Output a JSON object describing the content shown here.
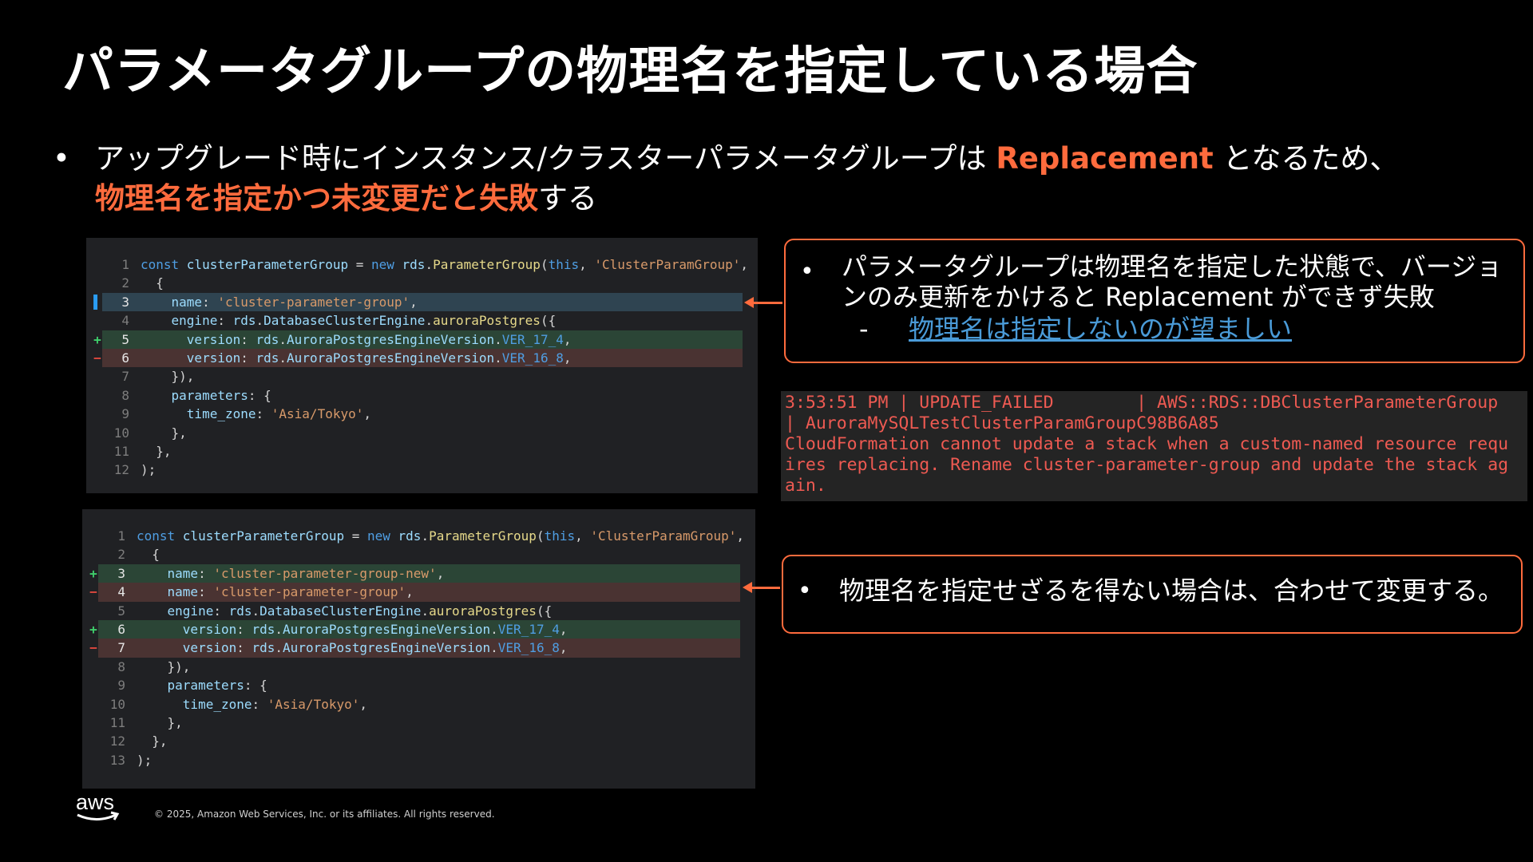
{
  "title": "パラメータグループの物理名を指定している場合",
  "main_bullet": {
    "dot": "•",
    "part1": "アップグレード時にインスタンス/クラスターパラメータグループは ",
    "highlight1": "Replacement",
    "part2": " となるため、",
    "highlight2": "物理名を指定かつ未変更だと失敗",
    "part3": "する"
  },
  "code_before": {
    "lines": [
      {
        "num": "1",
        "marker": "",
        "type": "",
        "tokens": [
          [
            "kw",
            "const "
          ],
          [
            "var",
            "clusterParameterGroup"
          ],
          [
            "pl",
            " = "
          ],
          [
            "kw",
            "new "
          ],
          [
            "var",
            "rds"
          ],
          [
            "pl",
            "."
          ],
          [
            "fn",
            "ParameterGroup"
          ],
          [
            "pl",
            "("
          ],
          [
            "kw",
            "this"
          ],
          [
            "pl",
            ", "
          ],
          [
            "str",
            "'ClusterParamGroup'"
          ],
          [
            "pl",
            ","
          ]
        ]
      },
      {
        "num": "2",
        "marker": "",
        "type": "",
        "tokens": [
          [
            "pl",
            "  {"
          ]
        ]
      },
      {
        "num": "3",
        "marker": "▌",
        "type": "sel",
        "tokens": [
          [
            "pl",
            "    "
          ],
          [
            "var",
            "name"
          ],
          [
            "pl",
            ": "
          ],
          [
            "str",
            "'cluster-parameter-group'"
          ],
          [
            "pl",
            ","
          ]
        ]
      },
      {
        "num": "4",
        "marker": "",
        "type": "",
        "tokens": [
          [
            "pl",
            "    "
          ],
          [
            "var",
            "engine"
          ],
          [
            "pl",
            ": "
          ],
          [
            "var",
            "rds"
          ],
          [
            "pl",
            "."
          ],
          [
            "var",
            "DatabaseClusterEngine"
          ],
          [
            "pl",
            "."
          ],
          [
            "fn",
            "auroraPostgres"
          ],
          [
            "pl",
            "({"
          ]
        ]
      },
      {
        "num": "5",
        "marker": "+",
        "type": "add",
        "tokens": [
          [
            "pl",
            "      "
          ],
          [
            "var",
            "version"
          ],
          [
            "pl",
            ": "
          ],
          [
            "var",
            "rds"
          ],
          [
            "pl",
            "."
          ],
          [
            "var",
            "AuroraPostgresEngineVersion"
          ],
          [
            "pl",
            "."
          ],
          [
            "num",
            "VER_17_4"
          ],
          [
            "pl",
            ","
          ]
        ]
      },
      {
        "num": "6",
        "marker": "−",
        "type": "del",
        "tokens": [
          [
            "pl",
            "      "
          ],
          [
            "var",
            "version"
          ],
          [
            "pl",
            ": "
          ],
          [
            "var",
            "rds"
          ],
          [
            "pl",
            "."
          ],
          [
            "var",
            "AuroraPostgresEngineVersion"
          ],
          [
            "pl",
            "."
          ],
          [
            "num",
            "VER_16_8"
          ],
          [
            "pl",
            ","
          ]
        ]
      },
      {
        "num": "7",
        "marker": "",
        "type": "",
        "tokens": [
          [
            "pl",
            "    }),"
          ]
        ]
      },
      {
        "num": "8",
        "marker": "",
        "type": "",
        "tokens": [
          [
            "pl",
            "    "
          ],
          [
            "var",
            "parameters"
          ],
          [
            "pl",
            ": {"
          ]
        ]
      },
      {
        "num": "9",
        "marker": "",
        "type": "",
        "tokens": [
          [
            "pl",
            "      "
          ],
          [
            "var",
            "time_zone"
          ],
          [
            "pl",
            ": "
          ],
          [
            "str",
            "'Asia/Tokyo'"
          ],
          [
            "pl",
            ","
          ]
        ]
      },
      {
        "num": "10",
        "marker": "",
        "type": "",
        "tokens": [
          [
            "pl",
            "    },"
          ]
        ]
      },
      {
        "num": "11",
        "marker": "",
        "type": "",
        "tokens": [
          [
            "pl",
            "  },"
          ]
        ]
      },
      {
        "num": "12",
        "marker": "",
        "type": "",
        "tokens": [
          [
            "pl",
            ");"
          ]
        ]
      }
    ]
  },
  "code_after": {
    "lines": [
      {
        "num": "1",
        "marker": "",
        "type": "",
        "tokens": [
          [
            "kw",
            "const "
          ],
          [
            "var",
            "clusterParameterGroup"
          ],
          [
            "pl",
            " = "
          ],
          [
            "kw",
            "new "
          ],
          [
            "var",
            "rds"
          ],
          [
            "pl",
            "."
          ],
          [
            "fn",
            "ParameterGroup"
          ],
          [
            "pl",
            "("
          ],
          [
            "kw",
            "this"
          ],
          [
            "pl",
            ", "
          ],
          [
            "str",
            "'ClusterParamGroup'"
          ],
          [
            "pl",
            ","
          ]
        ]
      },
      {
        "num": "2",
        "marker": "",
        "type": "",
        "tokens": [
          [
            "pl",
            "  {"
          ]
        ]
      },
      {
        "num": "3",
        "marker": "+",
        "type": "add",
        "tokens": [
          [
            "pl",
            "    "
          ],
          [
            "var",
            "name"
          ],
          [
            "pl",
            ": "
          ],
          [
            "str",
            "'cluster-parameter-group-new'"
          ],
          [
            "pl",
            ","
          ]
        ]
      },
      {
        "num": "4",
        "marker": "−",
        "type": "del",
        "tokens": [
          [
            "pl",
            "    "
          ],
          [
            "var",
            "name"
          ],
          [
            "pl",
            ": "
          ],
          [
            "str",
            "'cluster-parameter-group'"
          ],
          [
            "pl",
            ","
          ]
        ]
      },
      {
        "num": "5",
        "marker": "",
        "type": "",
        "tokens": [
          [
            "pl",
            "    "
          ],
          [
            "var",
            "engine"
          ],
          [
            "pl",
            ": "
          ],
          [
            "var",
            "rds"
          ],
          [
            "pl",
            "."
          ],
          [
            "var",
            "DatabaseClusterEngine"
          ],
          [
            "pl",
            "."
          ],
          [
            "fn",
            "auroraPostgres"
          ],
          [
            "pl",
            "({"
          ]
        ]
      },
      {
        "num": "6",
        "marker": "+",
        "type": "add",
        "tokens": [
          [
            "pl",
            "      "
          ],
          [
            "var",
            "version"
          ],
          [
            "pl",
            ": "
          ],
          [
            "var",
            "rds"
          ],
          [
            "pl",
            "."
          ],
          [
            "var",
            "AuroraPostgresEngineVersion"
          ],
          [
            "pl",
            "."
          ],
          [
            "num",
            "VER_17_4"
          ],
          [
            "pl",
            ","
          ]
        ]
      },
      {
        "num": "7",
        "marker": "−",
        "type": "del",
        "tokens": [
          [
            "pl",
            "      "
          ],
          [
            "var",
            "version"
          ],
          [
            "pl",
            ": "
          ],
          [
            "var",
            "rds"
          ],
          [
            "pl",
            "."
          ],
          [
            "var",
            "AuroraPostgresEngineVersion"
          ],
          [
            "pl",
            "."
          ],
          [
            "num",
            "VER_16_8"
          ],
          [
            "pl",
            ","
          ]
        ]
      },
      {
        "num": "8",
        "marker": "",
        "type": "",
        "tokens": [
          [
            "pl",
            "    }),"
          ]
        ]
      },
      {
        "num": "9",
        "marker": "",
        "type": "",
        "tokens": [
          [
            "pl",
            "    "
          ],
          [
            "var",
            "parameters"
          ],
          [
            "pl",
            ": {"
          ]
        ]
      },
      {
        "num": "10",
        "marker": "",
        "type": "",
        "tokens": [
          [
            "pl",
            "      "
          ],
          [
            "var",
            "time_zone"
          ],
          [
            "pl",
            ": "
          ],
          [
            "str",
            "'Asia/Tokyo'"
          ],
          [
            "pl",
            ","
          ]
        ]
      },
      {
        "num": "11",
        "marker": "",
        "type": "",
        "tokens": [
          [
            "pl",
            "    },"
          ]
        ]
      },
      {
        "num": "12",
        "marker": "",
        "type": "",
        "tokens": [
          [
            "pl",
            "  },"
          ]
        ]
      },
      {
        "num": "13",
        "marker": "",
        "type": "",
        "tokens": [
          [
            "pl",
            ");"
          ]
        ]
      }
    ]
  },
  "callout1": {
    "dot": "•",
    "text": "パラメータグループは物理名を指定した状態で、バージョンのみ更新をかけると Replacement ができず失敗",
    "sub_dash": "-",
    "sub_link": "物理名は指定しないのが望ましい"
  },
  "error_log": {
    "lines": [
      "3:53:51 PM | UPDATE_FAILED        | AWS::RDS::DBClusterParameterGroup",
      "| AuroraMySQLTestClusterParamGroupC98B6A85",
      "CloudFormation cannot update a stack when a custom-named resource requ",
      "ires replacing. Rename cluster-parameter-group and update the stack ag",
      "ain."
    ]
  },
  "callout2": {
    "dot": "•",
    "text": "物理名を指定せざるを得ない場合は、合わせて変更する。"
  },
  "footer": {
    "logo_text": "aws",
    "copyright": "© 2025, Amazon Web Services, Inc. or its affiliates. All rights reserved."
  },
  "colors": {
    "accent": "#ff6b3d",
    "link": "#4a9bd8",
    "error_text": "#ee5a52",
    "diff_add": "#2b4536",
    "diff_del": "#4a3332",
    "diff_sel": "#2f4451"
  }
}
